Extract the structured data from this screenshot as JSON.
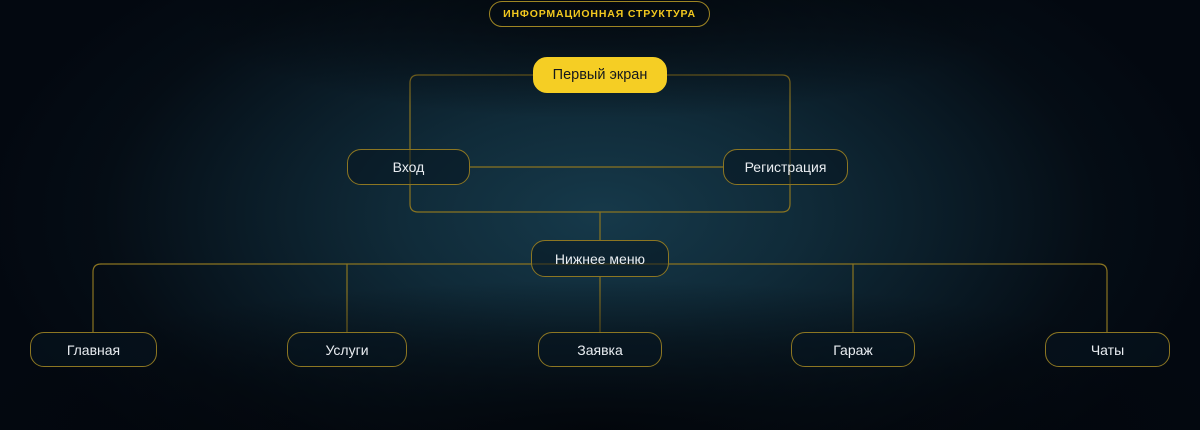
{
  "diagram": {
    "badge": {
      "label": "ИНФОРМАЦИОННАЯ СТРУКТУРА"
    },
    "colors": {
      "accent": "#f5ce24",
      "badge_text": "#f2c91f",
      "node_border": "#8c7622",
      "node_text": "#e9edf1",
      "filled_node_text": "#15191d",
      "connector": "#8a7421",
      "background_center": "#16394a",
      "background_edge": "#03080f"
    },
    "nodes": {
      "root": {
        "label": "Первый экран",
        "style": "filled"
      },
      "auth": [
        {
          "label": "Вход",
          "style": "outline"
        },
        {
          "label": "Регистрация",
          "style": "outline"
        }
      ],
      "menu": {
        "label": "Нижнее меню",
        "style": "outline"
      },
      "menu_items": [
        {
          "label": "Главная",
          "style": "outline"
        },
        {
          "label": "Услуги",
          "style": "outline"
        },
        {
          "label": "Заявка",
          "style": "outline"
        },
        {
          "label": "Гараж",
          "style": "outline"
        },
        {
          "label": "Чаты",
          "style": "outline"
        }
      ]
    }
  }
}
